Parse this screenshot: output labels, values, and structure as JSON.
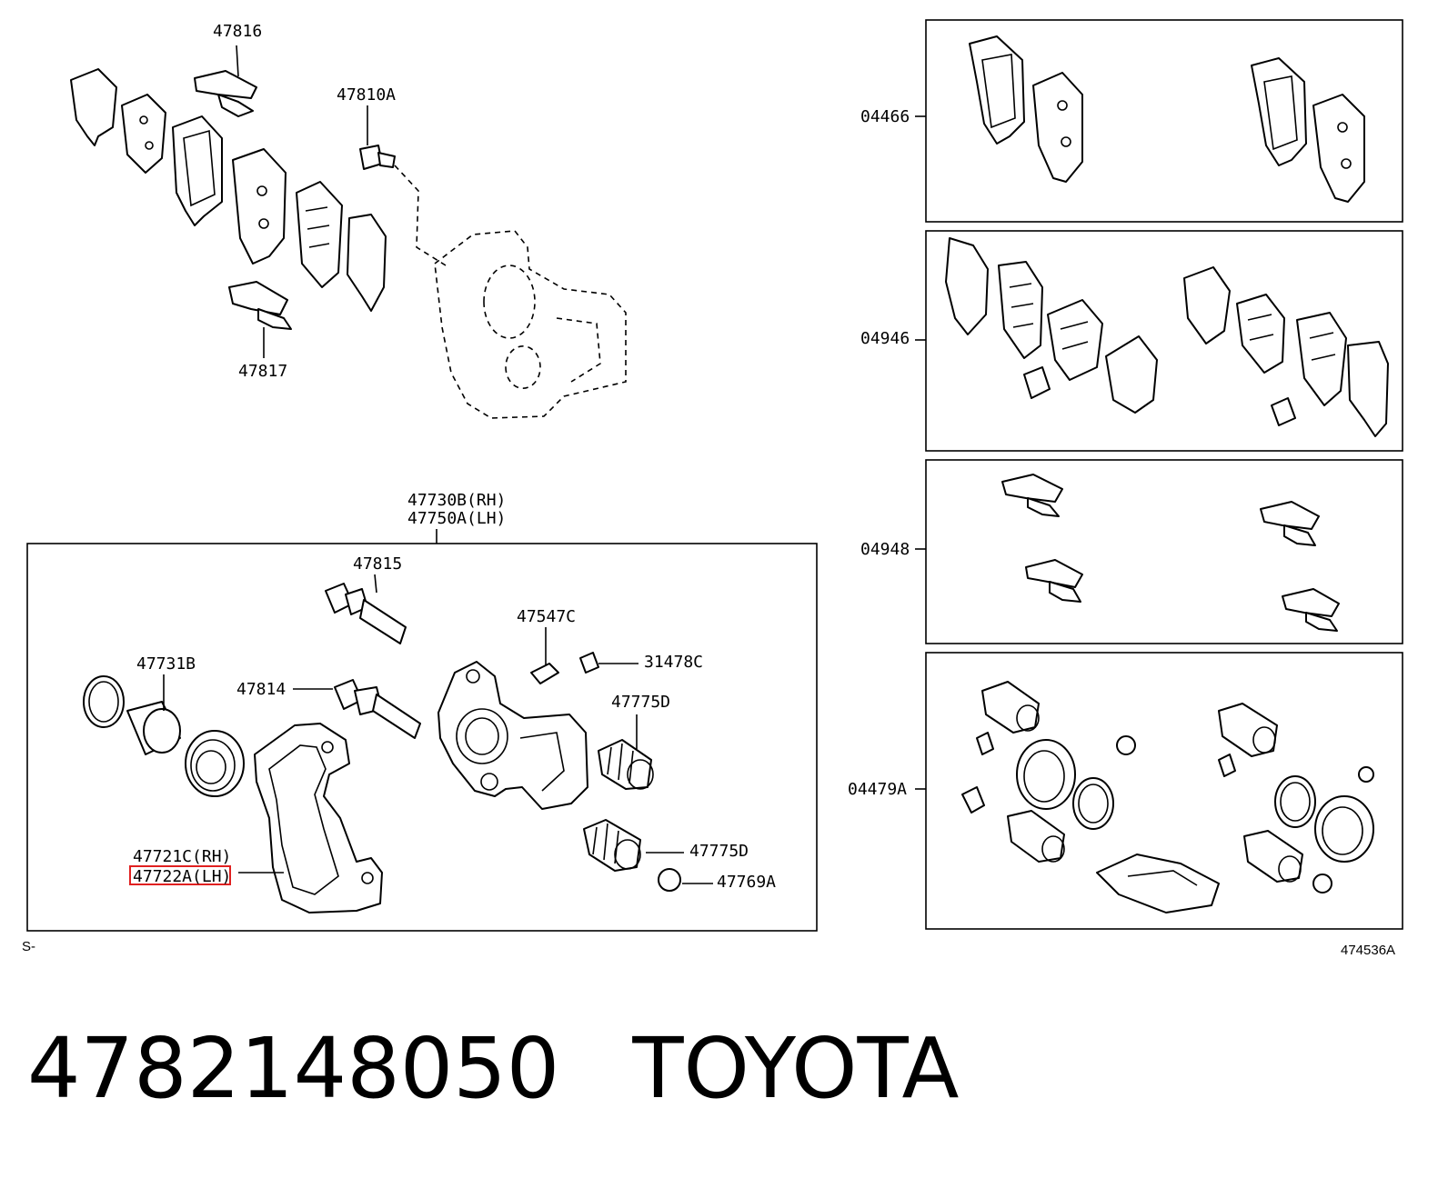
{
  "diagram": {
    "top_labels": {
      "l47816": "47816",
      "l47810a": "47810A",
      "l47817": "47817"
    },
    "assembly_labels": {
      "rh": "47730B(RH)",
      "lh": "47750A(LH)"
    },
    "box_labels": {
      "l47815": "47815",
      "l47547c": "47547C",
      "l31478c": "31478C",
      "l47731b": "47731B",
      "l47814": "47814",
      "l47775d_top": "47775D",
      "l47775d_bottom": "47775D",
      "l47721c": "47721C(RH)",
      "l47722a": "47722A(LH)",
      "l47769a": "47769A"
    },
    "kit_labels": {
      "k04466": "04466",
      "k04946": "04946",
      "k04948": "04948",
      "k04479a": "04479A"
    },
    "corner_left": "S-",
    "ref_code": "474536A",
    "highlight_color": "#e02020"
  },
  "caption": {
    "part_number": "4782148050",
    "brand": "TOYOTA"
  }
}
